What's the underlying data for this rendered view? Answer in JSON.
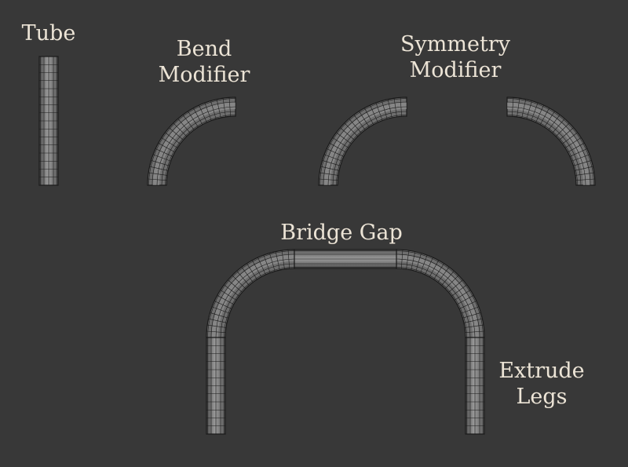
{
  "labels": {
    "tube": "Tube",
    "bend_1": "Bend",
    "bend_2": "Modifier",
    "symmetry_1": "Symmetry",
    "symmetry_2": "Modifier",
    "bridge": "Bridge Gap",
    "extrude_1": "Extrude",
    "extrude_2": "Legs"
  },
  "colors": {
    "background": "#383838",
    "tube_fill": "#6e6e6e",
    "tube_highlight": "#9a9a9a",
    "wire": "#1a1a1a",
    "label": "#ece4d6"
  }
}
